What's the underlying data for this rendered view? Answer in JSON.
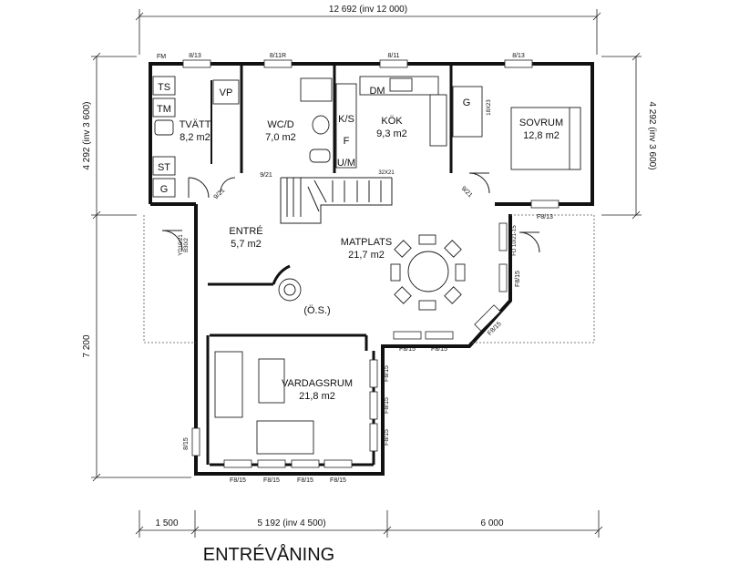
{
  "title": "ENTRÉVÅNING",
  "dimensions": {
    "top": "12 692 (inv 12 000)",
    "left_upper": "4 292 (inv 3 600)",
    "right_upper": "4 292 (inv 3 600)",
    "left_lower": "7 200",
    "bottom_1": "1 500",
    "bottom_2": "5 192 (inv 4 500)",
    "bottom_3": "6 000"
  },
  "rooms": {
    "tvatt": {
      "name": "TVÄTT",
      "area": "8,2 m2"
    },
    "wcd": {
      "name": "WC/D",
      "area": "7,0 m2"
    },
    "kok": {
      "name": "KÖK",
      "area": "9,3 m2"
    },
    "sovrum": {
      "name": "SOVRUM",
      "area": "12,8 m2"
    },
    "entre": {
      "name": "ENTRÉ",
      "area": "5,7 m2"
    },
    "matplats": {
      "name": "MATPLATS",
      "area": "21,7 m2"
    },
    "vardagsrum": {
      "name": "VARDAGSRUM",
      "area": "21,8 m2"
    }
  },
  "labels": {
    "fm": "FM",
    "ts": "TS",
    "tm": "TM",
    "st": "ST",
    "g1": "G",
    "vp": "VP",
    "ks": "K/S",
    "f": "F",
    "um": "U/M",
    "dm": "DM",
    "g2": "G",
    "os": "(Ö.S.)",
    "d32": "32X21",
    "d18": "18X23",
    "door1": "9/21",
    "door2": "9/21",
    "door3": "9/21",
    "yd": "YD10/21",
    "bkg": "B30/2",
    "fd": "FD 10/21-15"
  },
  "windows": {
    "w1": "8/13",
    "w2": "8/11R",
    "w3": "8/11",
    "w4": "8/13",
    "w5": "F8/13",
    "w6": "F8/15",
    "w7": "F8/15",
    "w8": "F8/15",
    "w9": "F8/15",
    "w10": "F8/15",
    "w11": "F8/15",
    "w12": "F8/15",
    "w13": "F8/15",
    "w14": "F8/15",
    "w15": "F8/15",
    "w16": "F8/15",
    "w17": "8/15"
  }
}
